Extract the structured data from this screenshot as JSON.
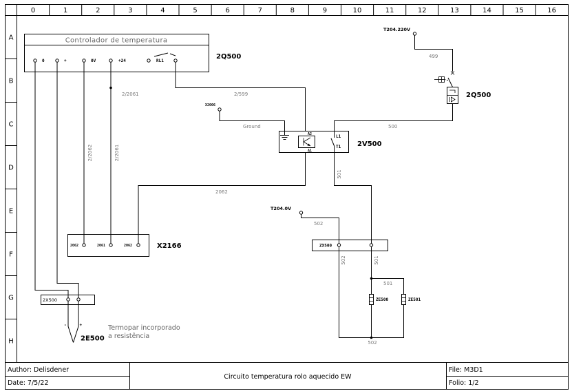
{
  "sheet": {
    "columns": [
      "0",
      "1",
      "2",
      "3",
      "4",
      "5",
      "6",
      "7",
      "8",
      "9",
      "10",
      "11",
      "12",
      "13",
      "14",
      "15",
      "16"
    ],
    "rows": [
      "A",
      "B",
      "C",
      "D",
      "E",
      "F",
      "G",
      "H"
    ]
  },
  "controller": {
    "tag": "2Q500",
    "title": "Controlador de temperatura",
    "terminals": [
      "0",
      "+",
      "0V",
      "+24",
      "RL1"
    ]
  },
  "ssr": {
    "tag": "2V500",
    "a2": "A2",
    "a1": "A1",
    "l1": "L1",
    "t1": "T1"
  },
  "contactor": {
    "tag": "2Q500"
  },
  "supply_220": {
    "label": "T204.220V"
  },
  "supply_0": {
    "label": "T204.0V"
  },
  "ground_terminal": {
    "label": "X2006"
  },
  "x2166": {
    "tag": "X2166",
    "terminals": [
      "2062",
      "2061",
      "2062"
    ]
  },
  "zx500": {
    "tag": "ZX500"
  },
  "x2x500": {
    "tag": "2X500"
  },
  "thermocouple": {
    "tag": "2E500",
    "minus": "-",
    "plus": "+",
    "note_line1": "Termopar incorporado",
    "note_line2": "a resistência"
  },
  "heaters": [
    {
      "tag": "ZE500"
    },
    {
      "tag": "ZE501"
    }
  ],
  "wire_labels": {
    "w2061_h": "2/2061",
    "w599": "2/599",
    "w2062_v": "2/2062",
    "w2061_v": "2/2061",
    "ground": "Ground",
    "w2062": "2062",
    "w500": "500",
    "w499": "499",
    "w501_v": "501",
    "w502_h": "502",
    "w502_v": "502",
    "w501_v2": "501",
    "w501_h": "501",
    "w502_b": "502"
  },
  "title_block": {
    "author": "Author: Delisdener",
    "date": "Date: 7/5/22",
    "title": "Circuito temperatura rolo aquecido EW",
    "file": "File: M3D1",
    "folio": "Folio: 1/2"
  }
}
